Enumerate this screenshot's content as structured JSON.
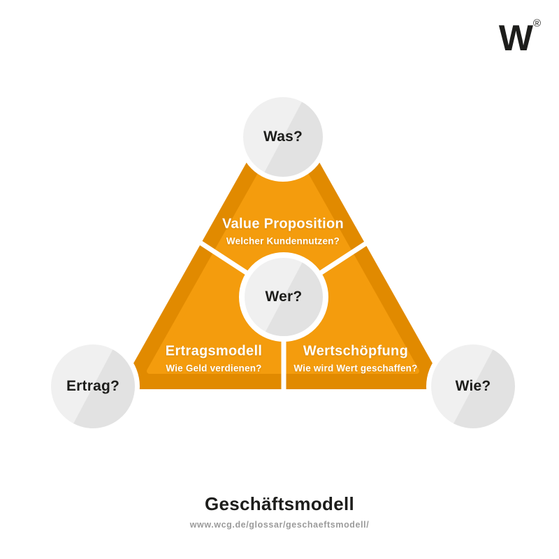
{
  "brand": {
    "logo_letter": "W",
    "registered_mark": "®"
  },
  "diagram": {
    "colors": {
      "orange_dark": "#E18A00",
      "orange_light": "#F49C0D",
      "circle_light": "#F0F0F0",
      "circle_dark": "#E2E2E2",
      "ink": "#1D1D1B",
      "muted": "#9B9B9B"
    },
    "nodes": {
      "was": {
        "label": "Was?"
      },
      "wer": {
        "label": "Wer?"
      },
      "ertrag": {
        "label": "Ertrag?"
      },
      "wie": {
        "label": "Wie?"
      }
    },
    "sections": {
      "value_proposition": {
        "title": "Value Proposition",
        "subtitle": "Welcher Kundennutzen?"
      },
      "ertragsmodell": {
        "title": "Ertragsmodell",
        "subtitle": "Wie Geld verdienen?"
      },
      "wertschoepfung": {
        "title": "Wertschöpfung",
        "subtitle": "Wie wird Wert geschaffen?"
      }
    }
  },
  "footer": {
    "title": "Geschäftsmodell",
    "url": "www.wcg.de/glossar/geschaeftsmodell/"
  }
}
